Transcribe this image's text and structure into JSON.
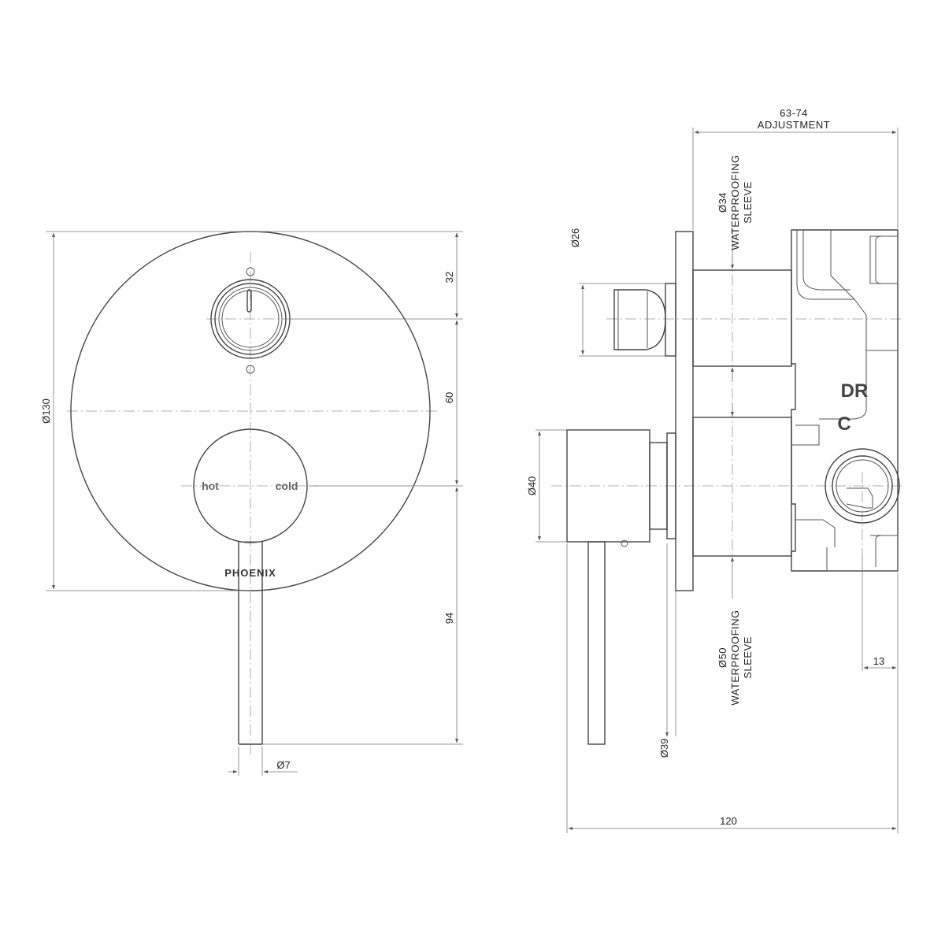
{
  "front_view": {
    "brand": "PHOENIX",
    "knob_label_hot": "hot",
    "knob_label_cold": "cold",
    "dim_plate_diameter": "Ø130",
    "dim_top": "32",
    "dim_mid": "60",
    "dim_lever": "94",
    "dim_lever_diameter": "Ø7"
  },
  "side_view": {
    "adjustment_value": "63-74",
    "adjustment_label": "ADJUSTMENT",
    "dim_top_shaft": "Ø26",
    "sleeve_top_size": "Ø34",
    "sleeve_top_line1": "WATERPROOFING",
    "sleeve_top_line2": "SLEEVE",
    "label_dr": "DR",
    "label_c": "C",
    "dim_handle_body": "Ø40",
    "sleeve_bottom_size": "Ø50",
    "sleeve_bottom_line1": "WATERPROOFING",
    "sleeve_bottom_line2": "SLEEVE",
    "dim_lower_shaft": "Ø39",
    "dim_offset": "13",
    "dim_total_depth": "120"
  }
}
